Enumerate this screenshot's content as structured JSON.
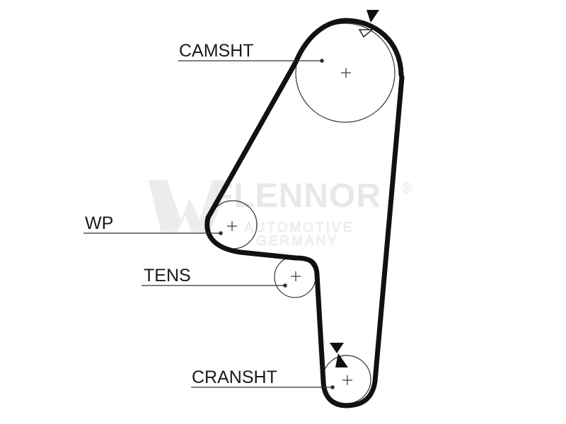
{
  "labels": {
    "camshaft": "CAMSHT",
    "water_pump": "WP",
    "tensioner": "TENS",
    "crankshaft": "CRANSHT"
  },
  "watermark": {
    "brand": "FLENNOR",
    "registered": "®",
    "line1": "AUTOMOTIVE",
    "line2": "GERMANY"
  },
  "colors": {
    "belt": "#111111",
    "line": "#333333",
    "watermark": "#e6e6e6"
  }
}
